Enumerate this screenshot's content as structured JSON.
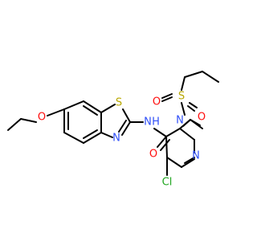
{
  "colors": {
    "bond": "#000000",
    "O": "#ff0d0d",
    "N": "#3050f8",
    "S": "#b8a800",
    "Cl": "#1fa51f"
  },
  "atoms": {
    "o_ether": {
      "text": "O",
      "element": "O"
    },
    "s_thiazole": {
      "text": "S",
      "element": "S"
    },
    "n_thiazole": {
      "text": "N",
      "element": "N"
    },
    "n_amide": {
      "text": "N",
      "element": "N"
    },
    "h_amide": {
      "text": "H",
      "element": "N"
    },
    "o_amide": {
      "text": "O",
      "element": "O"
    },
    "s_sulfonyl": {
      "text": "S",
      "element": "S"
    },
    "o_sulf_1": {
      "text": "O",
      "element": "O"
    },
    "o_sulf_2": {
      "text": "O",
      "element": "O"
    },
    "n_pyr_1": {
      "text": "N",
      "element": "N"
    },
    "n_pyr_3": {
      "text": "N",
      "element": "N"
    },
    "cl": {
      "text": "Cl",
      "element": "Cl"
    }
  }
}
